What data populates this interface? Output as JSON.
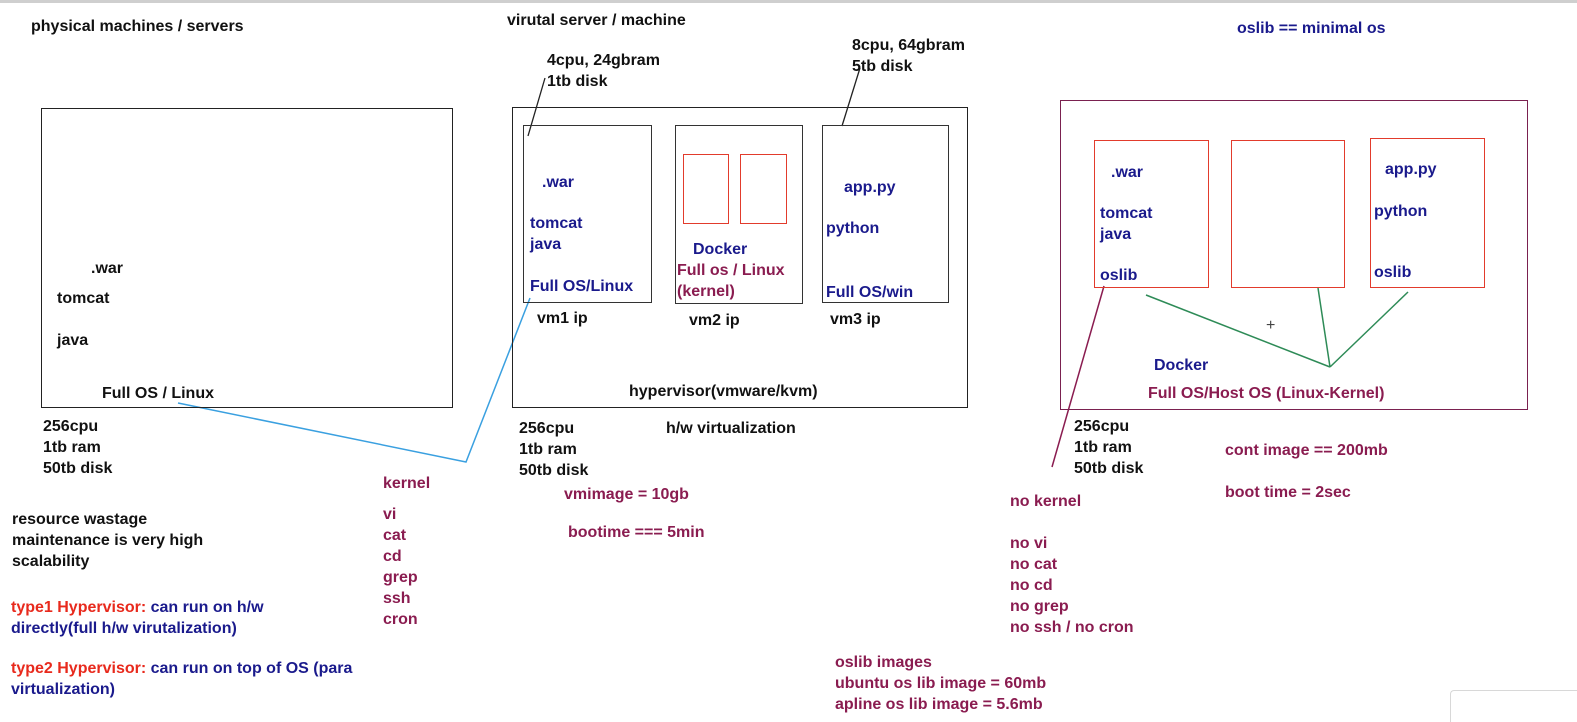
{
  "headings": {
    "physical": "physical machines / servers",
    "virtual": "virutal server / machine",
    "oslib": "oslib == minimal os"
  },
  "physical": {
    "war": ".war",
    "tomcat": "tomcat",
    "java": "java",
    "os": "Full OS / Linux",
    "specs": [
      "256cpu",
      "1tb ram",
      "50tb disk"
    ],
    "issues": [
      "resource wastage",
      "maintenance is very high",
      "scalability"
    ]
  },
  "hypervisor_types": {
    "type1_label": "type1 Hypervisor:",
    "type1_text_a": " can run on h/w",
    "type1_text_b": "directly(full h/w virutalization)",
    "type2_label": "type2 Hypervisor:",
    "type2_text_a": " can run on top of OS (para",
    "type2_text_b": "virtualization)"
  },
  "kernel_list": [
    "kernel",
    "",
    "vi",
    "cat",
    "cd",
    "grep",
    "ssh",
    "cron"
  ],
  "virtual": {
    "vm1_spec": [
      "4cpu, 24gbram",
      "1tb disk"
    ],
    "vm3_spec": [
      "8cpu, 64gbram",
      "5tb disk"
    ],
    "vm1": {
      "war": ".war",
      "tomcat": "tomcat",
      "java": "java",
      "os": "Full OS/Linux",
      "label": "vm1 ip"
    },
    "vm2": {
      "docker": "Docker",
      "os_a": "Full os / Linux",
      "os_b": "(kernel)",
      "label": "vm2 ip"
    },
    "vm3": {
      "app": "app.py",
      "python": "python",
      "os": "Full OS/win",
      "label": "vm3 ip"
    },
    "hypervisor": "hypervisor(vmware/kvm)",
    "specs": [
      "256cpu",
      "1tb ram",
      "50tb disk"
    ],
    "hw_virtualization": "h/w virtualization",
    "vmimage": "vmimage = 10gb",
    "boottime": "bootime === 5min"
  },
  "docker": {
    "c1": {
      "war": ".war",
      "tomcat": "tomcat",
      "java": "java",
      "oslib": "oslib"
    },
    "c3": {
      "app": "app.py",
      "python": "python",
      "oslib": "oslib"
    },
    "plus": "+",
    "docker_label": "Docker",
    "host_os": "Full OS/Host OS (Linux-Kernel)",
    "specs": [
      "256cpu",
      "1tb ram",
      "50tb disk"
    ],
    "image_size": "cont image == 200mb",
    "boot_time": "boot time = 2sec"
  },
  "no_list": [
    "no kernel",
    "",
    "no vi",
    "no cat",
    "no cd",
    "no grep",
    "no ssh / no cron"
  ],
  "oslib_images": [
    "oslib images",
    "ubuntu os lib image = 60mb",
    "apline os lib image = 5.6mb"
  ],
  "colors": {
    "blue_text": "#1a1a8c",
    "maroon_text": "#8a1c50",
    "red_text": "#e8291c",
    "container_border": "#e23b2c",
    "docker_host_border": "#7a2150",
    "link_blue": "#3aa0e0",
    "link_green": "#2e8b57"
  }
}
